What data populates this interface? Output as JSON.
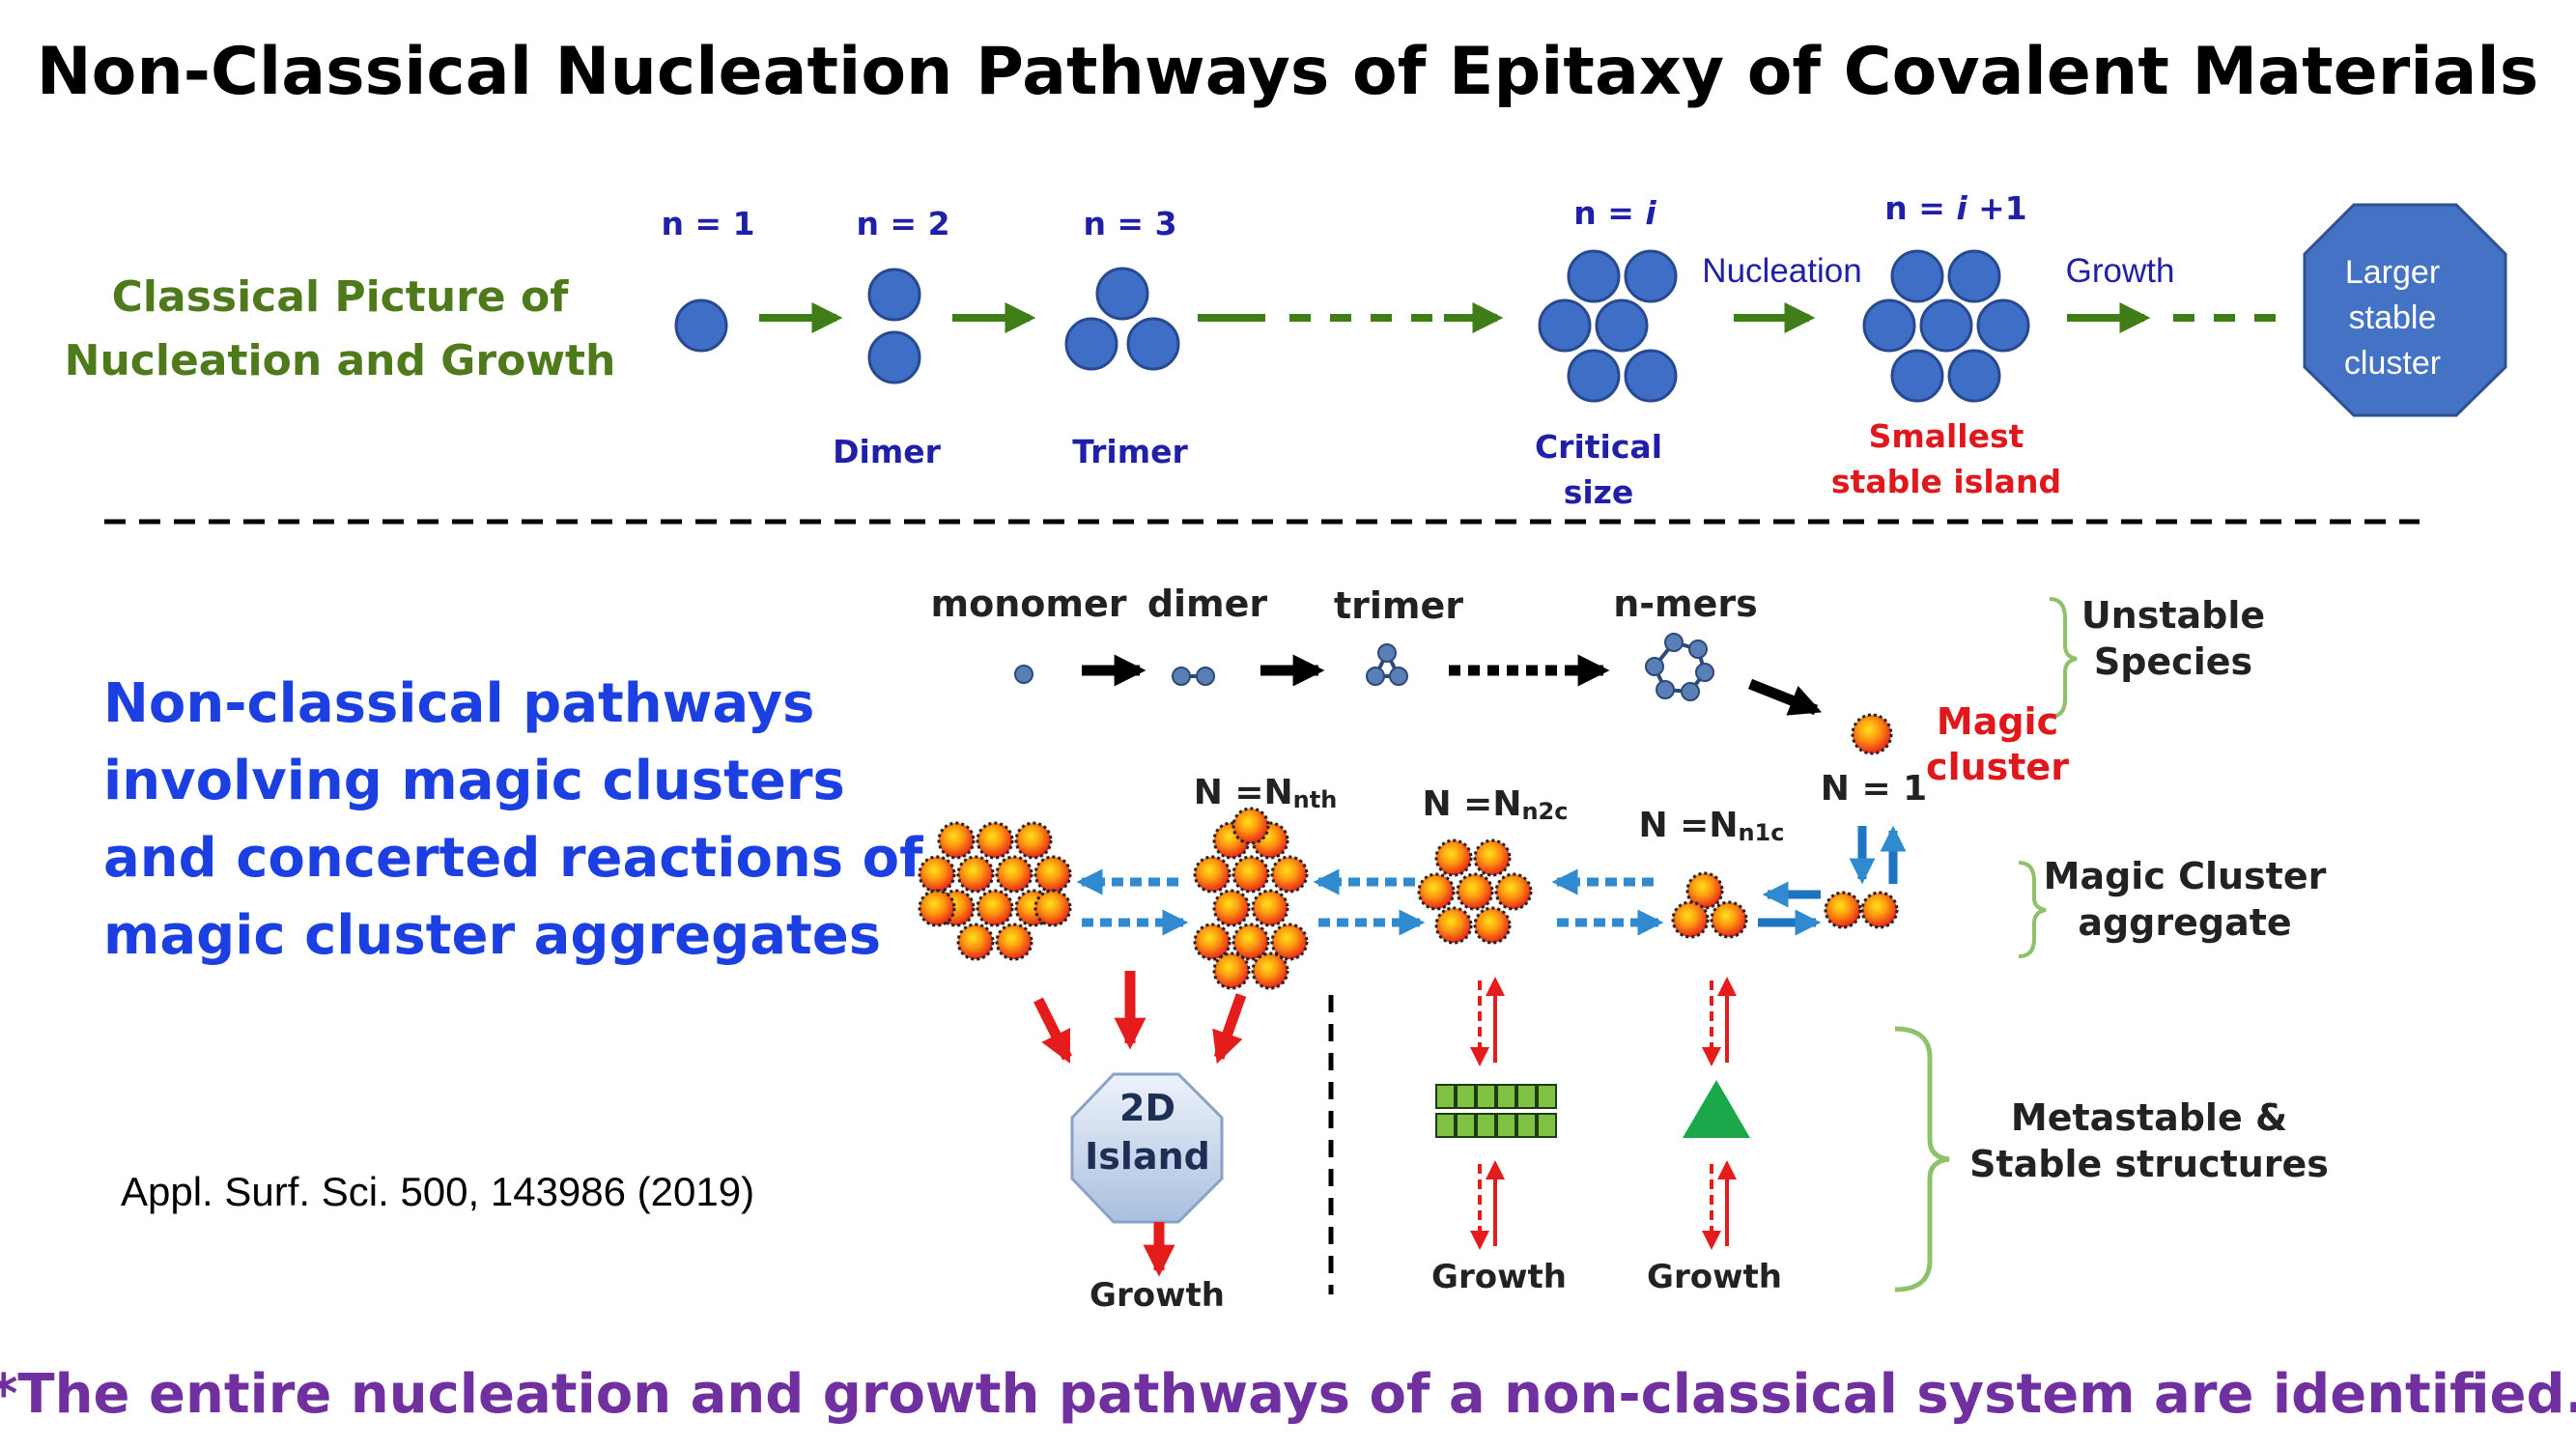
{
  "title": "Non-Classical Nucleation Pathways of Epitaxy of Covalent Materials",
  "classical": {
    "heading_line1": "Classical Picture of",
    "heading_line2": "Nucleation and Growth",
    "n1": "n = 1",
    "n2": "n = 2",
    "n3": "n = 3",
    "ni_prefix": "n = ",
    "ni_italic": "i",
    "ni1_prefix": "n = ",
    "ni1_italic": "i",
    "ni1_suffix": " +1",
    "dimer": "Dimer",
    "trimer": "Trimer",
    "critical_line1": "Critical",
    "critical_line2": "size",
    "nucleation": "Nucleation",
    "growth": "Growth",
    "smallest_line1": "Smallest",
    "smallest_line2": "stable island",
    "larger_line1": "Larger",
    "larger_line2": "stable",
    "larger_line3": "cluster"
  },
  "nonclassical": {
    "heading_line1": "Non-classical pathways",
    "heading_line2": "involving magic clusters",
    "heading_line3": "and concerted reactions of",
    "heading_line4": "magic cluster aggregates",
    "citation": "Appl. Surf. Sci. 500, 143986 (2019)"
  },
  "scheme": {
    "monomer": "monomer",
    "dimer": "dimer",
    "trimer": "trimer",
    "nmers": "n-mers",
    "unstable_line1": "Unstable",
    "unstable_line2": "Species",
    "magic_line1": "Magic",
    "magic_line2": "cluster",
    "n_equals_1": "N = 1",
    "nth_prefix": "N =N",
    "nth_sub": "nth",
    "n2c_prefix": "N =N",
    "n2c_sub": "n2c",
    "n1c_prefix": "N =N",
    "n1c_sub": "n1c",
    "aggregate_line1": "Magic Cluster",
    "aggregate_line2": "aggregate",
    "island_line1": "2D",
    "island_line2": "Island",
    "growth_island": "Growth",
    "growth_mid": "Growth",
    "growth_right": "Growth",
    "metastable_line1": "Metastable &",
    "metastable_line2": "Stable structures"
  },
  "footer": "*The entire nucleation and growth pathways of a non-classical system are identified.",
  "colors": {
    "title": "#000000",
    "classical_heading": "#4e7a1b",
    "blue_atom": "#3f6ec6",
    "atom_stroke": "#27498f",
    "navy_text": "#1f1fa8",
    "green_arrow": "#3f7d17",
    "red_text": "#e0181b",
    "octagon": "#4472c4",
    "nonclassical_heading": "#1b3fe0",
    "dashed_arrow": "#2f8ad0",
    "red_arrow": "#e51c1c",
    "bracket": "#8fc06a",
    "triangle": "#1aa84a",
    "grid": "#7fc142",
    "footer": "#7030a0"
  }
}
